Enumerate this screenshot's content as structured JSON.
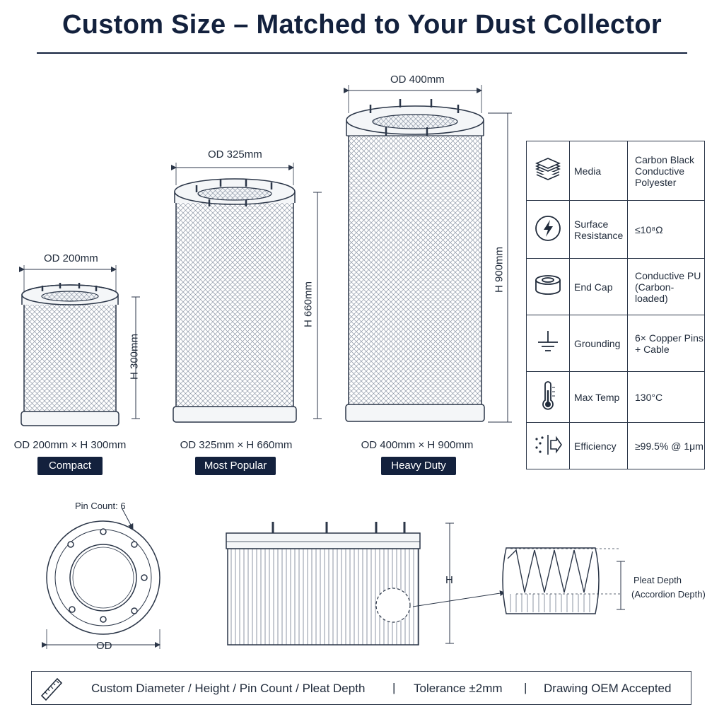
{
  "title": "Custom Size – Matched to Your Dust Collector",
  "filters": [
    {
      "od_label": "OD 200mm",
      "h_label": "H 300mm",
      "caption": "OD 200mm × H 300mm",
      "badge": "Compact"
    },
    {
      "od_label": "OD 325mm",
      "h_label": "H 660mm",
      "caption": "OD 325mm × H 660mm",
      "badge": "Most Popular"
    },
    {
      "od_label": "OD 400mm",
      "h_label": "H 900mm",
      "caption": "OD 400mm × H 900mm",
      "badge": "Heavy Duty"
    }
  ],
  "specs": [
    {
      "icon": "layers-icon",
      "name": "Media",
      "value": "Carbon Black Conductive Polyester"
    },
    {
      "icon": "lightning-icon",
      "name": "Surface Resistance",
      "value": "≤10⁸Ω"
    },
    {
      "icon": "ring-icon",
      "name": "End Cap",
      "value": "Conductive PU (Carbon-loaded)"
    },
    {
      "icon": "ground-icon",
      "name": "Grounding",
      "value": "6× Copper Pins + Cable"
    },
    {
      "icon": "thermometer-icon",
      "name": "Max Temp",
      "value": "130°C"
    },
    {
      "icon": "filter-flow-icon",
      "name": "Efficiency",
      "value": "≥99.5% @ 1μm"
    }
  ],
  "detail": {
    "pin_count": "Pin Count: 6",
    "od": "OD",
    "h": "H",
    "pleat_depth": "Pleat Depth",
    "pleat_note": "(Accordion Depth)"
  },
  "footer": {
    "custom": "Custom Diameter / Height / Pin Count / Pleat Depth",
    "sep": "|",
    "tolerance": "Tolerance ±2mm",
    "oem": "Drawing OEM Accepted"
  },
  "colors": {
    "navy": "#13213d",
    "line": "#2b3648",
    "mesh": "#9aa3b0"
  }
}
